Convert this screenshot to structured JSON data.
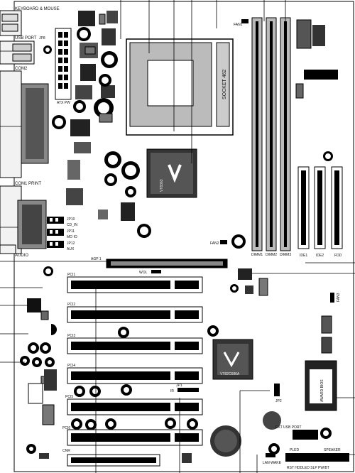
{
  "labels": {
    "keyboard_mouse": "KEYBOARD & MOUSE",
    "usb_port": "USB PORT",
    "jp8": "JP8",
    "com2": "COM2",
    "com1_print": "COM1 PRINT",
    "audio": "AUDIO",
    "fan1": "FAN1",
    "fan2": "FAN2",
    "fan3": "FAN3",
    "atx_pw": "ATX PW",
    "jp10": "JP10",
    "cd_in": "CD_IN",
    "jp11": "JP11",
    "mo_io": "MO IO",
    "jp12": "JP12",
    "aux": "AUX",
    "agp": "AGP 1",
    "pci1": "PCI1",
    "pci2": "PCI2",
    "pci3": "PCI3",
    "pci4": "PCI4",
    "pci5": "PCI5",
    "pci6": "PCI6",
    "cnr": "CNR",
    "dimm1": "DIMM1",
    "dimm2": "DIMM2",
    "dimm3": "DIMM3",
    "ide1": "IDE1",
    "ide2": "IDE2",
    "fdd": "FDD",
    "socket": "SOCKET 462",
    "ext_usb": "EXT USB PORT",
    "jp2": "JP2",
    "jp1": "JP1",
    "lan_wake": "LAN-WAKE",
    "speaker": "SPEAKER",
    "pled": "PLED",
    "front_panel": "RST HDDLED SLP PW/BT",
    "chip_north": "VT8363",
    "chip_south": "VT82C686A",
    "bios": "AWARD BIOS",
    "ir": "IR",
    "wol": "WOL"
  }
}
